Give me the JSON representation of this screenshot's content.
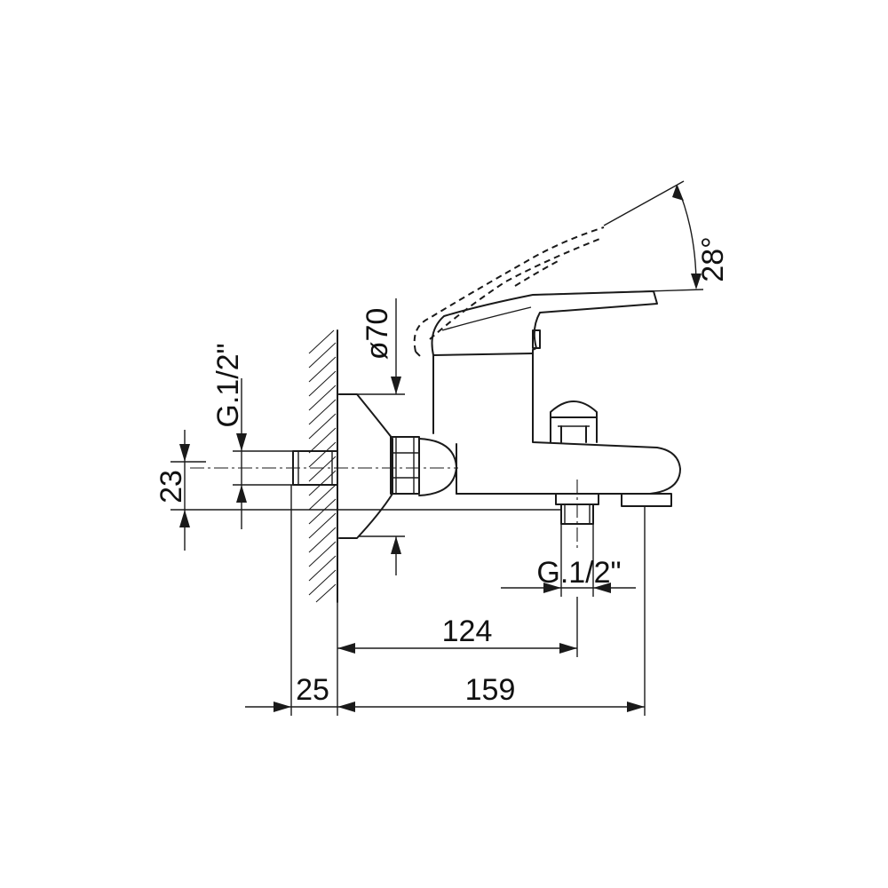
{
  "dimensions": {
    "angle": "28°",
    "diameter": "ø70",
    "thread_left": "G.1/2\"",
    "height_23": "23",
    "thread_bottom": "G.1/2\"",
    "spout_124": "124",
    "wall_25": "25",
    "overall_159": "159"
  }
}
